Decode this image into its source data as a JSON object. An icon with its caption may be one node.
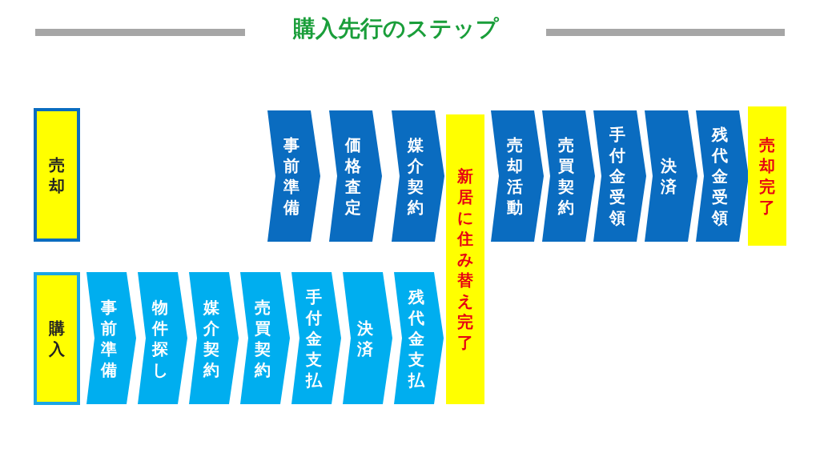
{
  "diagram": {
    "title": "購入先行のステップ",
    "nodes": [
      {
        "text": [
          "売却"
        ]
      },
      {
        "text": [
          "事前準備"
        ]
      },
      {
        "text": [
          "価格査定"
        ]
      },
      {
        "text": [
          "媒介契約"
        ]
      },
      {
        "text": [
          "新居に住み替え完了"
        ]
      },
      {
        "text": [
          "売却活動"
        ]
      },
      {
        "text": [
          "売買契約"
        ]
      },
      {
        "text": [
          "手付金受領"
        ]
      },
      {
        "text": [
          "決済"
        ]
      },
      {
        "text": [
          "残代金受領"
        ]
      },
      {
        "text": [
          "売却完了"
        ]
      },
      {
        "text": [
          "購入"
        ]
      },
      {
        "text": [
          "事前準備"
        ]
      },
      {
        "text": [
          "物件探し"
        ]
      },
      {
        "text": [
          "媒介契約"
        ]
      },
      {
        "text": [
          "売買契約"
        ]
      },
      {
        "text": [
          "手付金支払"
        ]
      },
      {
        "text": [
          "決済"
        ]
      },
      {
        "text": [
          "残代金支払"
        ]
      }
    ]
  }
}
